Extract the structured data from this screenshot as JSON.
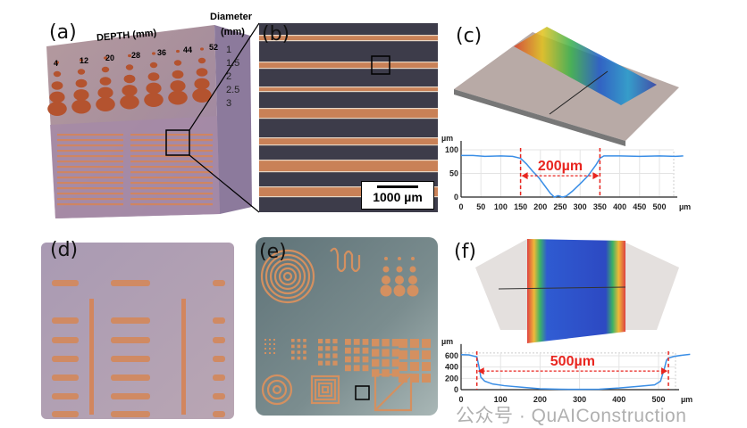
{
  "panels": {
    "a": {
      "label": "(a)",
      "depth_title": "DEPTH (mm)",
      "depths": [
        "4",
        "12",
        "20",
        "28",
        "36",
        "44",
        "52"
      ],
      "diameter_title": "Diameter",
      "diameter_unit": "(mm)",
      "diameters": [
        "1",
        "1.5",
        "2",
        "2.5",
        "3"
      ]
    },
    "b": {
      "label": "(b)",
      "scale_bar": "1000 µm"
    },
    "c": {
      "label": "(c)"
    },
    "d": {
      "label": "(d)"
    },
    "e": {
      "label": "(e)"
    },
    "f": {
      "label": "(f)"
    }
  },
  "chart_data": [
    {
      "type": "line",
      "panel": "c",
      "ylabel": "µm",
      "xlabel": "µm",
      "xlim": [
        0,
        560
      ],
      "ylim": [
        0,
        100
      ],
      "xticks": [
        0,
        50,
        100,
        150,
        200,
        250,
        300,
        350,
        400,
        450,
        500
      ],
      "yticks": [
        0,
        50,
        100
      ],
      "grid": true,
      "series": [
        {
          "color": "#3a8ee6",
          "x": [
            0,
            30,
            60,
            100,
            130,
            150,
            165,
            180,
            195,
            210,
            225,
            235,
            245,
            255,
            265,
            280,
            300,
            320,
            340,
            350,
            360,
            400,
            450,
            500,
            540,
            560
          ],
          "y": [
            88,
            88,
            86,
            87,
            86,
            82,
            70,
            55,
            42,
            25,
            8,
            0,
            3,
            0,
            2,
            12,
            28,
            45,
            68,
            82,
            87,
            87,
            86,
            87,
            86,
            87
          ]
        }
      ],
      "markers": [
        150,
        350
      ],
      "annotation": {
        "text": "200µm",
        "arrow_y": 45,
        "color": "#e8251f"
      }
    },
    {
      "type": "line",
      "panel": "f",
      "ylabel": "µm",
      "xlabel": "µm",
      "xlim": [
        0,
        580
      ],
      "ylim": [
        0,
        650
      ],
      "xticks": [
        0,
        100,
        200,
        300,
        400,
        500
      ],
      "yticks": [
        0,
        200,
        400,
        600
      ],
      "grid": true,
      "series": [
        {
          "color": "#3a8ee6",
          "x": [
            0,
            20,
            40,
            45,
            50,
            60,
            80,
            110,
            150,
            200,
            250,
            300,
            350,
            400,
            450,
            490,
            505,
            515,
            520,
            525,
            540,
            560,
            580
          ],
          "y": [
            620,
            615,
            580,
            420,
            220,
            150,
            100,
            70,
            45,
            15,
            8,
            5,
            8,
            30,
            60,
            85,
            150,
            380,
            520,
            560,
            590,
            610,
            625
          ]
        }
      ],
      "markers": [
        40,
        525
      ],
      "annotation": {
        "text": "500µm",
        "arrow_y": 330,
        "color": "#e8251f"
      }
    }
  ],
  "watermark": "公众号 · QuAIConstruction"
}
